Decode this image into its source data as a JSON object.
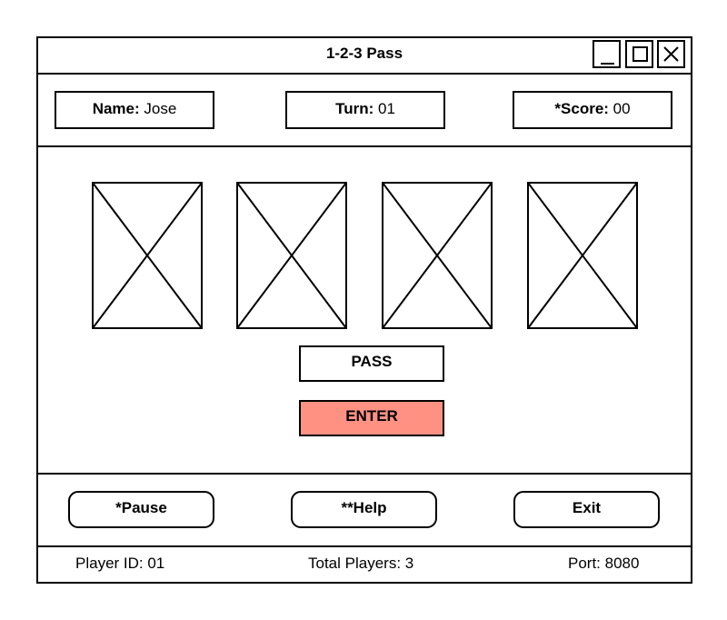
{
  "window": {
    "title": "1-2-3 Pass"
  },
  "info": {
    "name_label": "Name:",
    "name_value": " Jose",
    "turn_label": "Turn:",
    "turn_value": " 01",
    "score_label": "*Score:",
    "score_value": " 00"
  },
  "actions": {
    "pass_label": "PASS",
    "enter_label": "ENTER",
    "enter_color": "#FF9183"
  },
  "controls": {
    "pause_label": "*Pause",
    "help_label": "**Help",
    "exit_label": "Exit"
  },
  "status": {
    "player_id": "Player ID: 01",
    "total_players": "Total Players: 3",
    "port": "Port: 8080"
  },
  "cards": [
    {
      "icon": "image-placeholder-icon"
    },
    {
      "icon": "image-placeholder-icon"
    },
    {
      "icon": "image-placeholder-icon"
    },
    {
      "icon": "image-placeholder-icon"
    }
  ]
}
